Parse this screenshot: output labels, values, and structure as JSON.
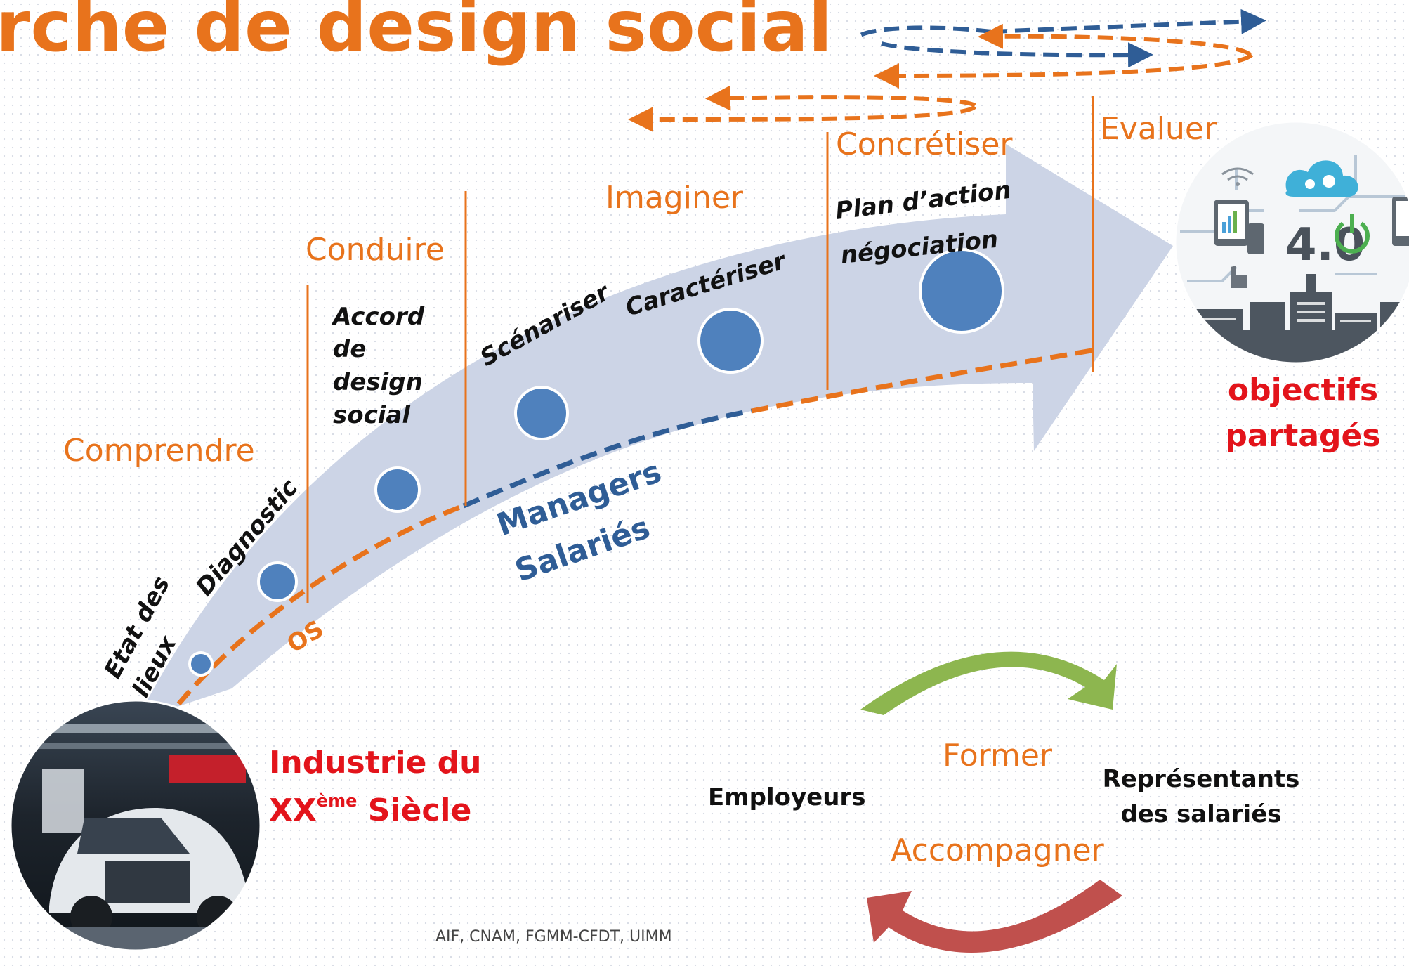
{
  "title": "rche de design social",
  "stages": [
    "Comprendre",
    "Conduire",
    "Imaginer",
    "Concrétiser",
    "Evaluer"
  ],
  "steps": {
    "etat_des": "Etat des",
    "lieux": "lieux",
    "diagnostic": "Diagnostic",
    "accord": [
      "Accord",
      "de",
      "design",
      "social"
    ],
    "scenariser": "Scénariser",
    "caracteriser": "Caractériser",
    "plan_action": "Plan d’action",
    "negociation": "négociation"
  },
  "groups": {
    "managers": "Managers",
    "salaries": "Salariés",
    "os": "OS"
  },
  "start": {
    "line1": "Industrie du",
    "line2_base": "XX",
    "line2_sup": "ème",
    "line2_rest": " Siècle"
  },
  "end": {
    "line1": "objectifs",
    "line2": "partagés",
    "badge": "4.0"
  },
  "cycle": {
    "former": "Former",
    "accompagner": "Accompagner",
    "employeurs": "Employeurs",
    "representants": [
      "Représentants",
      "des salariés"
    ]
  },
  "credit": "AIF, CNAM, FGMM-CFDT, UIMM",
  "colors": {
    "orange": "#e8731c",
    "blue": "#2f5d96",
    "dot": "#4f81bd",
    "arrow": "#ccd4e6",
    "red": "#e3141b",
    "green": "#8db64f",
    "darkred": "#c0504d"
  }
}
